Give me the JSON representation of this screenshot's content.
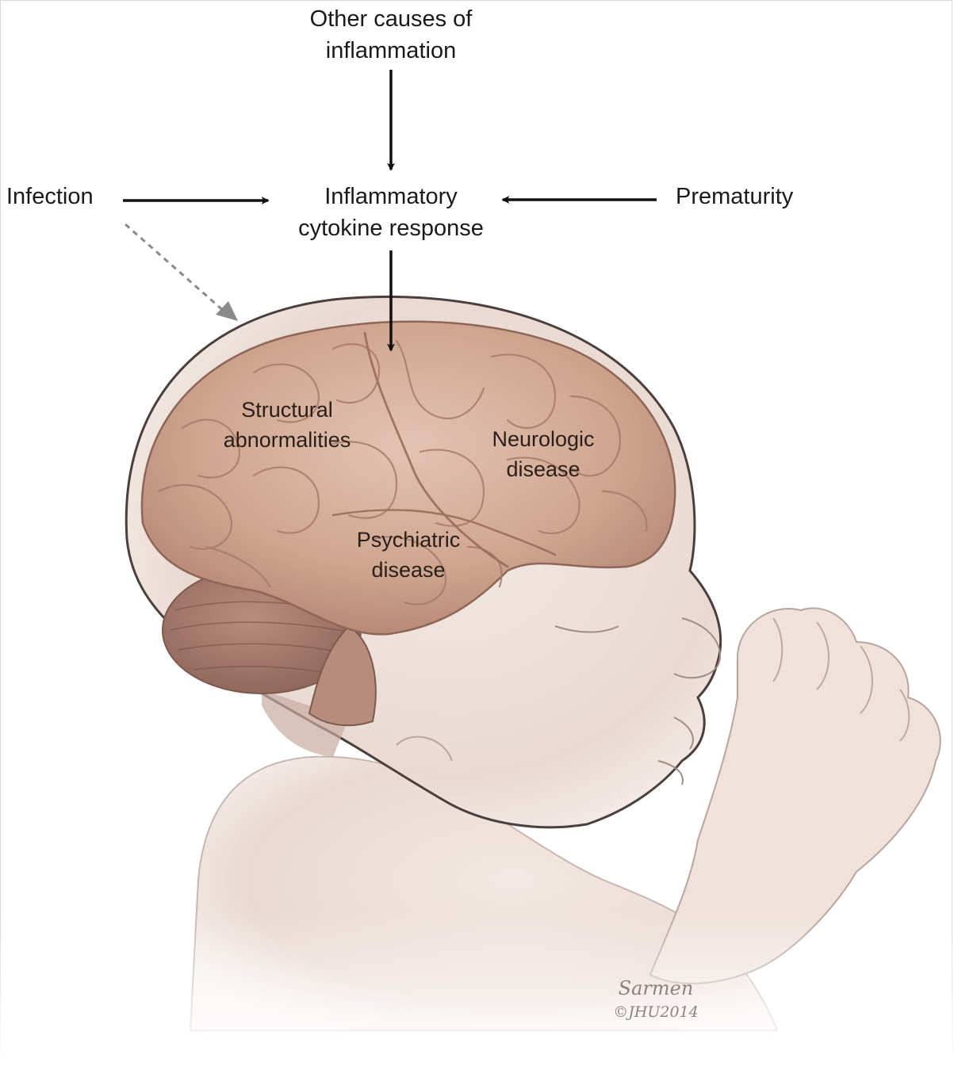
{
  "labels": {
    "other_causes": [
      "Other causes of",
      "inflammation"
    ],
    "infection": "Infection",
    "cytokine": [
      "Inflammatory",
      "cytokine response"
    ],
    "prematurity": "Prematurity",
    "structural": [
      "Structural",
      "abnormalities"
    ],
    "neurologic": [
      "Neurologic",
      "disease"
    ],
    "psychiatric": [
      "Psychiatric",
      "disease"
    ]
  },
  "signature": {
    "name": "Sarmen",
    "copyright": "©JHU2014"
  },
  "colors": {
    "arrow": "#111111",
    "dashed_arrow": "#8a8a8a",
    "skin": "#efe3dd",
    "brain": "#c99e8c",
    "cerebellum": "#a57a6b",
    "outline": "#5a4a44"
  }
}
